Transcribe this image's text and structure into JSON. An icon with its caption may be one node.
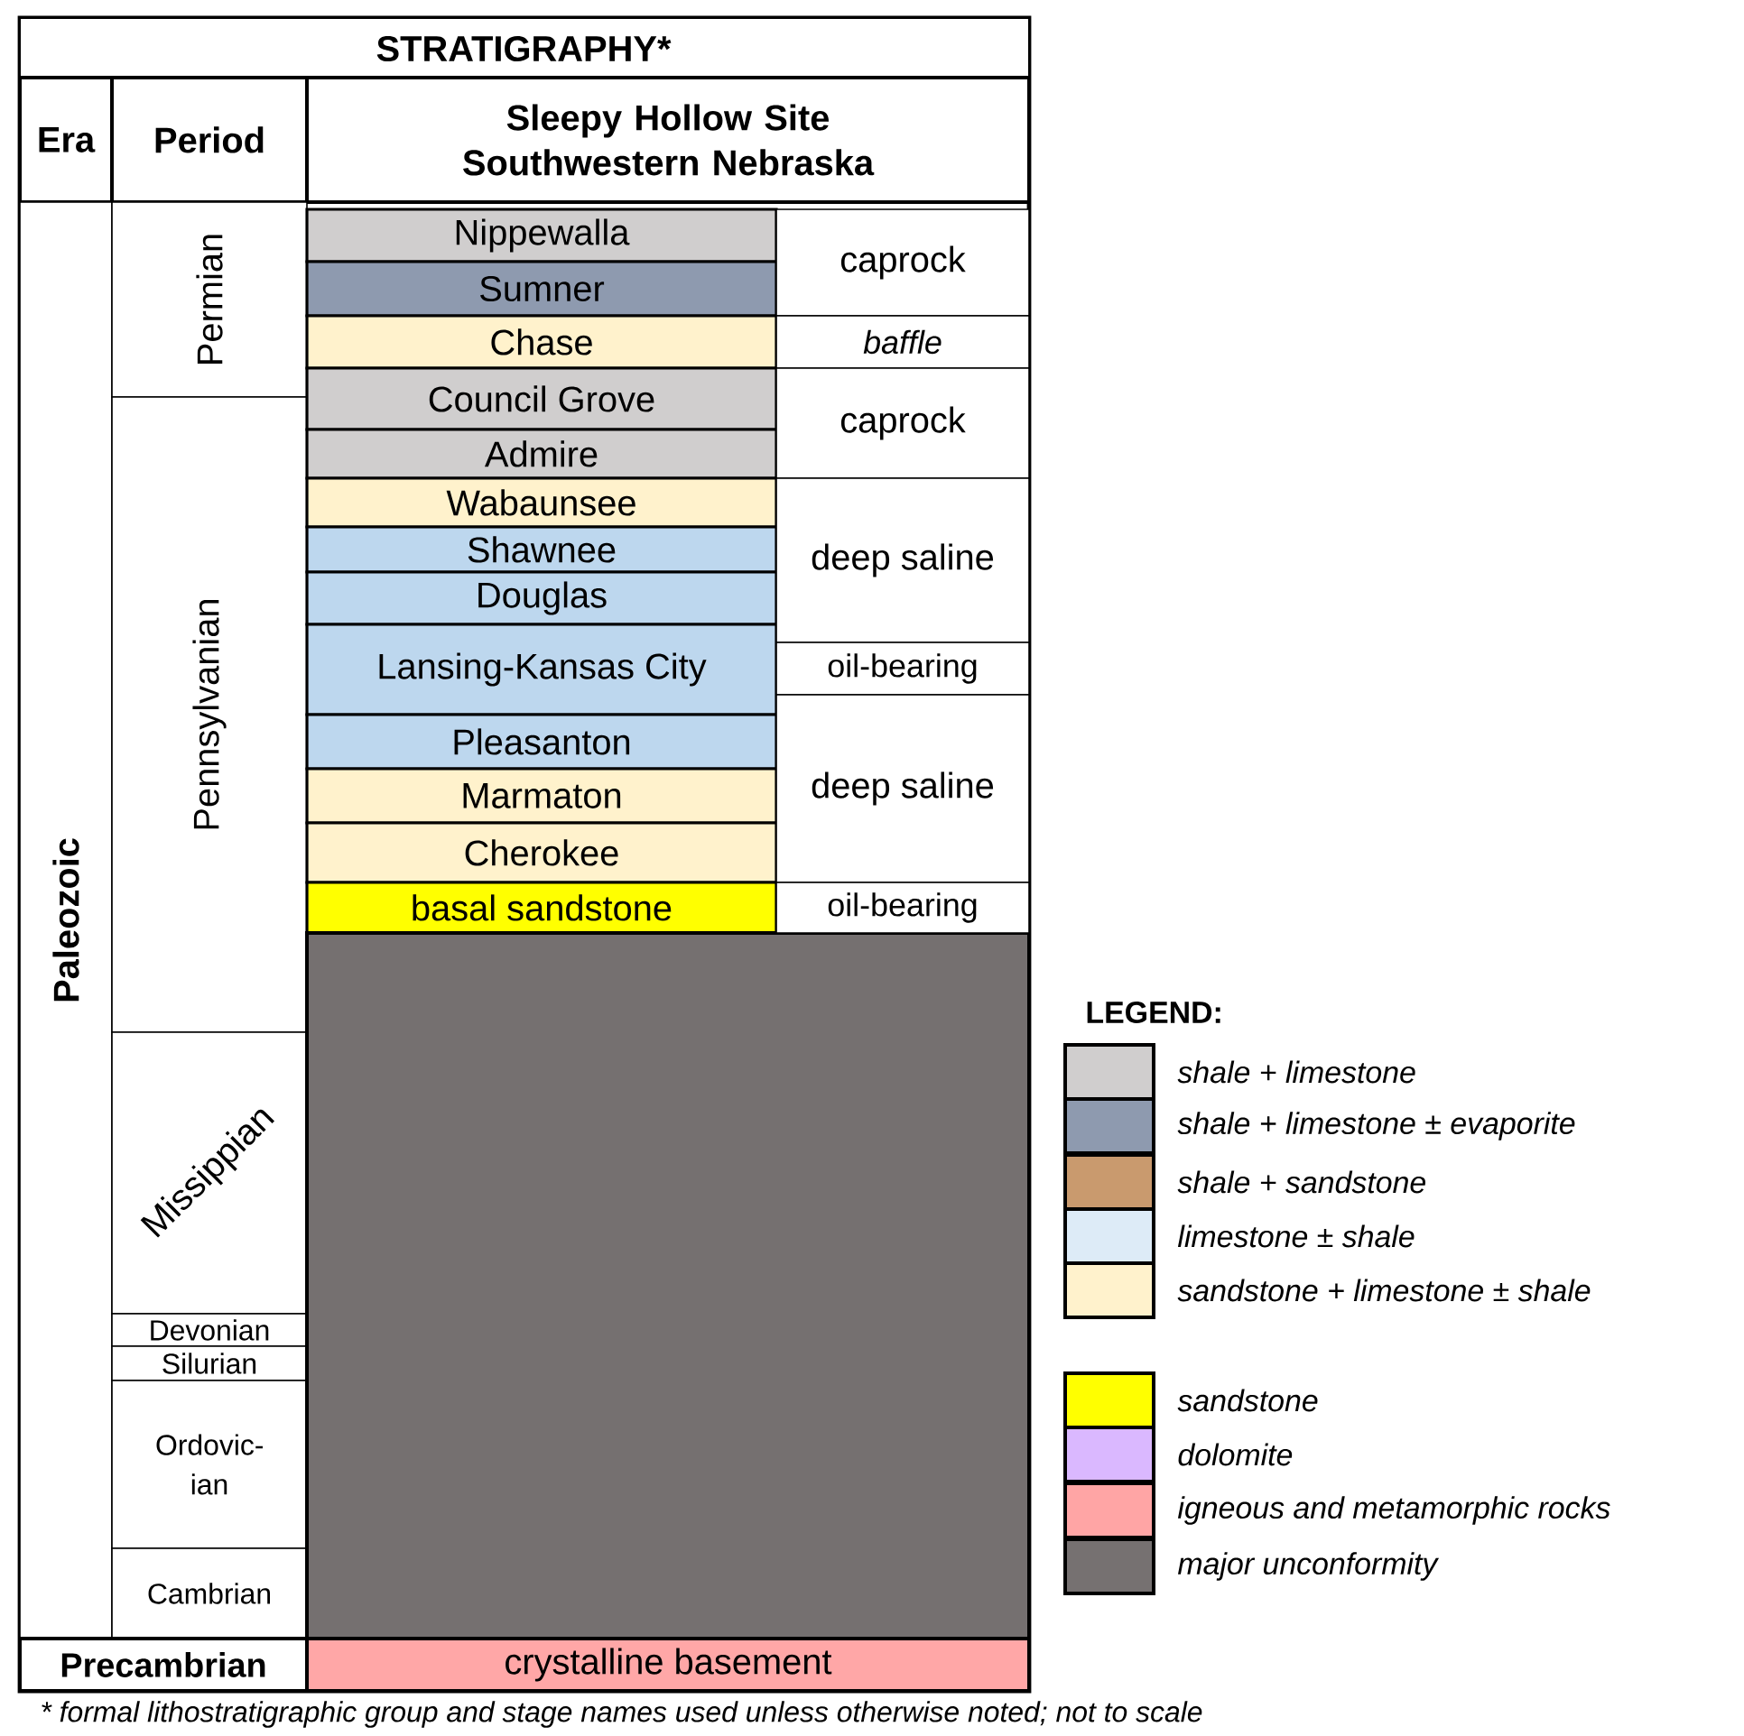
{
  "diagram": {
    "title": "STRATIGRAPHY*",
    "caption": "* formal lithostratigraphic group and stage names used unless otherwise noted; not to scale",
    "nodes": [
      {
        "text": [
          "Era"
        ]
      },
      {
        "text": [
          "Period"
        ]
      },
      {
        "text": [
          "Sleepy Hollow Site Southwestern Nebraska"
        ]
      },
      {
        "text": [
          "Paleozoic"
        ]
      },
      {
        "text": [
          "Permian"
        ]
      },
      {
        "text": [
          "Pennsylvanian"
        ]
      },
      {
        "text": [
          "Missippian"
        ]
      },
      {
        "text": [
          "Devonian"
        ]
      },
      {
        "text": [
          "Silurian"
        ]
      },
      {
        "text": [
          "Ordovic- ian"
        ]
      },
      {
        "text": [
          "Cambrian"
        ]
      },
      {
        "text": [
          "Precambrian"
        ]
      },
      {
        "text": [
          "Nippewalla"
        ]
      },
      {
        "text": [
          "Sumner"
        ]
      },
      {
        "text": [
          "Chase"
        ]
      },
      {
        "text": [
          "Council Grove"
        ]
      },
      {
        "text": [
          "Admire"
        ]
      },
      {
        "text": [
          "Wabaunsee"
        ]
      },
      {
        "text": [
          "Shawnee"
        ]
      },
      {
        "text": [
          "Douglas"
        ]
      },
      {
        "text": [
          "Lansing-Kansas City"
        ]
      },
      {
        "text": [
          "Pleasanton"
        ]
      },
      {
        "text": [
          "Marmaton"
        ]
      },
      {
        "text": [
          "Cherokee"
        ]
      },
      {
        "text": [
          "basal sandstone"
        ]
      },
      {
        "text": [],
        "shape": "box"
      },
      {
        "text": [
          "crystalline basement"
        ]
      },
      {
        "text": [
          "caprock"
        ]
      },
      {
        "text": [
          "baffle"
        ]
      },
      {
        "text": [
          "caprock"
        ]
      },
      {
        "text": [
          "deep saline"
        ]
      },
      {
        "text": [
          "oil-bearing"
        ]
      },
      {
        "text": [
          "deep saline"
        ]
      },
      {
        "text": [
          "oil-bearing"
        ]
      }
    ],
    "labels": [
      "LEGEND:"
    ],
    "legend": [
      {
        "text": "shale + limestone",
        "color": "#d0cece"
      },
      {
        "text": "shale + limestone ± evaporite",
        "color": "#8e9aaf"
      },
      {
        "text": "shale + sandstone",
        "color": "#c99a6e"
      },
      {
        "text": "limestone ± shale",
        "color": "#ddebf7"
      },
      {
        "text": "sandstone + limestone ± shale",
        "color": "#fff2cc"
      },
      {
        "text": "sandstone",
        "color": "#ffff00"
      },
      {
        "text": "dolomite",
        "color": "#dab8ff"
      },
      {
        "text": "igneous and metamorphic rocks",
        "color": "#ffa5a5"
      },
      {
        "text": "major unconformity",
        "color": "#767171"
      }
    ]
  }
}
